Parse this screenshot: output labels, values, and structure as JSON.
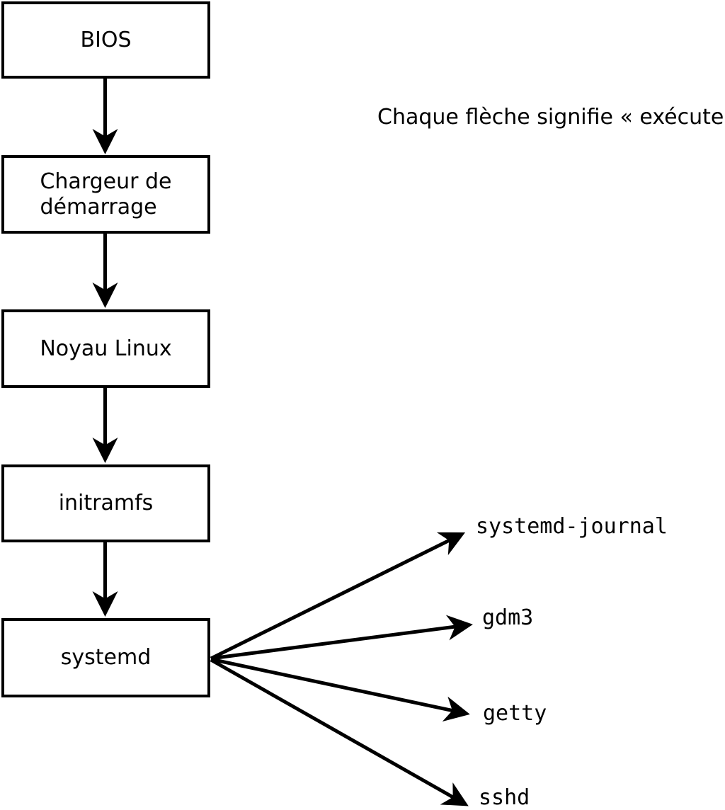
{
  "diagram": {
    "title_note": "Chaque flèche signifie « exécute ».",
    "boxes": [
      {
        "id": "bios",
        "label": "BIOS"
      },
      {
        "id": "bootloader",
        "label": "Chargeur de\ndémarrage"
      },
      {
        "id": "kernel",
        "label": "Noyau Linux"
      },
      {
        "id": "initramfs",
        "label": "initramfs"
      },
      {
        "id": "systemd",
        "label": "systemd"
      }
    ],
    "processes": [
      "systemd-journal",
      "gdm3",
      "getty",
      "sshd"
    ],
    "edges": [
      {
        "from": "bios",
        "to": "bootloader"
      },
      {
        "from": "bootloader",
        "to": "kernel"
      },
      {
        "from": "kernel",
        "to": "initramfs"
      },
      {
        "from": "initramfs",
        "to": "systemd"
      },
      {
        "from": "systemd",
        "to": "systemd-journal"
      },
      {
        "from": "systemd",
        "to": "gdm3"
      },
      {
        "from": "systemd",
        "to": "getty"
      },
      {
        "from": "systemd",
        "to": "sshd"
      }
    ],
    "colors": {
      "line": "#000000",
      "box_background": "#ffffff",
      "page_background": "#ffffff"
    }
  }
}
